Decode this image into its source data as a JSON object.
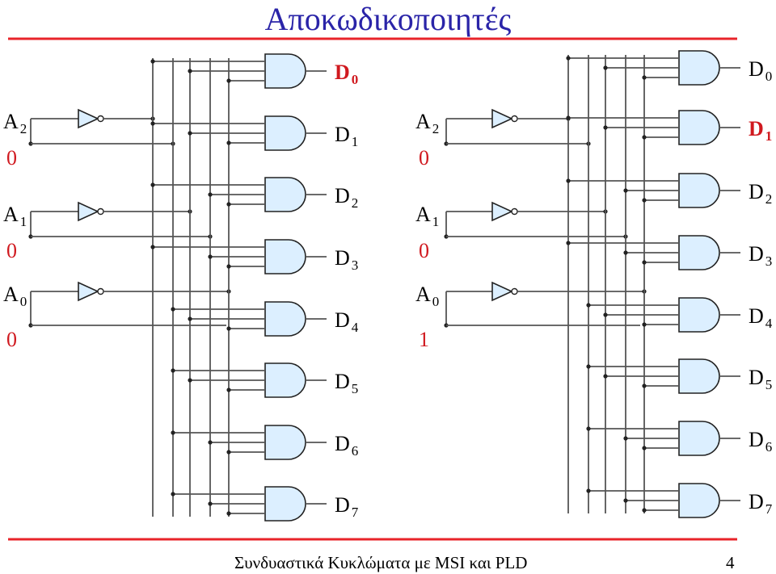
{
  "slide": {
    "title": "Αποκωδικοποιητές",
    "footer": "Συνδυαστικά Κυκλώματα με MSI και PLD",
    "page": "4"
  },
  "colors": {
    "title": "#2a24a8",
    "divider": "#e8242a",
    "active_value": "#d0191f",
    "gate_fill": "#dcefff",
    "wire": "#555555"
  },
  "decoders": [
    {
      "inputs": [
        {
          "name": "A",
          "sub": "2",
          "value": "0"
        },
        {
          "name": "A",
          "sub": "1",
          "value": "0"
        },
        {
          "name": "A",
          "sub": "0",
          "value": "0"
        }
      ],
      "outputs": [
        {
          "name": "D",
          "sub": "0",
          "active": true
        },
        {
          "name": "D",
          "sub": "1",
          "active": false
        },
        {
          "name": "D",
          "sub": "2",
          "active": false
        },
        {
          "name": "D",
          "sub": "3",
          "active": false
        },
        {
          "name": "D",
          "sub": "4",
          "active": false
        },
        {
          "name": "D",
          "sub": "5",
          "active": false
        },
        {
          "name": "D",
          "sub": "6",
          "active": false
        },
        {
          "name": "D",
          "sub": "7",
          "active": false
        }
      ]
    },
    {
      "inputs": [
        {
          "name": "A",
          "sub": "2",
          "value": "0"
        },
        {
          "name": "A",
          "sub": "1",
          "value": "0"
        },
        {
          "name": "A",
          "sub": "0",
          "value": "1"
        }
      ],
      "outputs": [
        {
          "name": "D",
          "sub": "0",
          "active": false
        },
        {
          "name": "D",
          "sub": "1",
          "active": true
        },
        {
          "name": "D",
          "sub": "2",
          "active": false
        },
        {
          "name": "D",
          "sub": "3",
          "active": false
        },
        {
          "name": "D",
          "sub": "4",
          "active": false
        },
        {
          "name": "D",
          "sub": "5",
          "active": false
        },
        {
          "name": "D",
          "sub": "6",
          "active": false
        },
        {
          "name": "D",
          "sub": "7",
          "active": false
        }
      ]
    }
  ]
}
